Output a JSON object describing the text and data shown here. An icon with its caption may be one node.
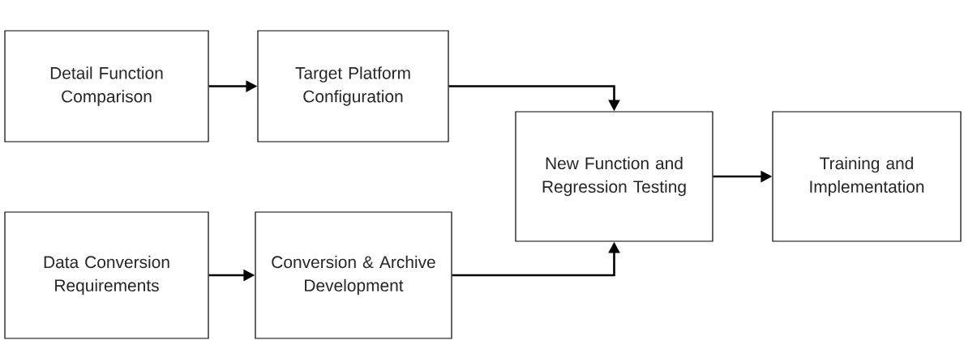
{
  "diagram": {
    "nodes": [
      {
        "text": [
          "Detail Function Comparison"
        ]
      },
      {
        "text": [
          "Target Platform Configuration"
        ]
      },
      {
        "text": [
          "New Function and Regression Testing"
        ]
      },
      {
        "text": [
          "Training and Implementation"
        ]
      },
      {
        "text": [
          "Data Conversion Requirements"
        ]
      },
      {
        "text": [
          "Conversion & Archive Development"
        ]
      }
    ],
    "edges": [
      {
        "from": 0,
        "to": 1,
        "arrow": "to"
      },
      {
        "from": 1,
        "to": 2,
        "arrow": "to"
      },
      {
        "from": 4,
        "to": 5,
        "arrow": "to"
      },
      {
        "from": 5,
        "to": 2,
        "arrow": "to"
      },
      {
        "from": 2,
        "to": 3,
        "arrow": "to"
      }
    ]
  }
}
